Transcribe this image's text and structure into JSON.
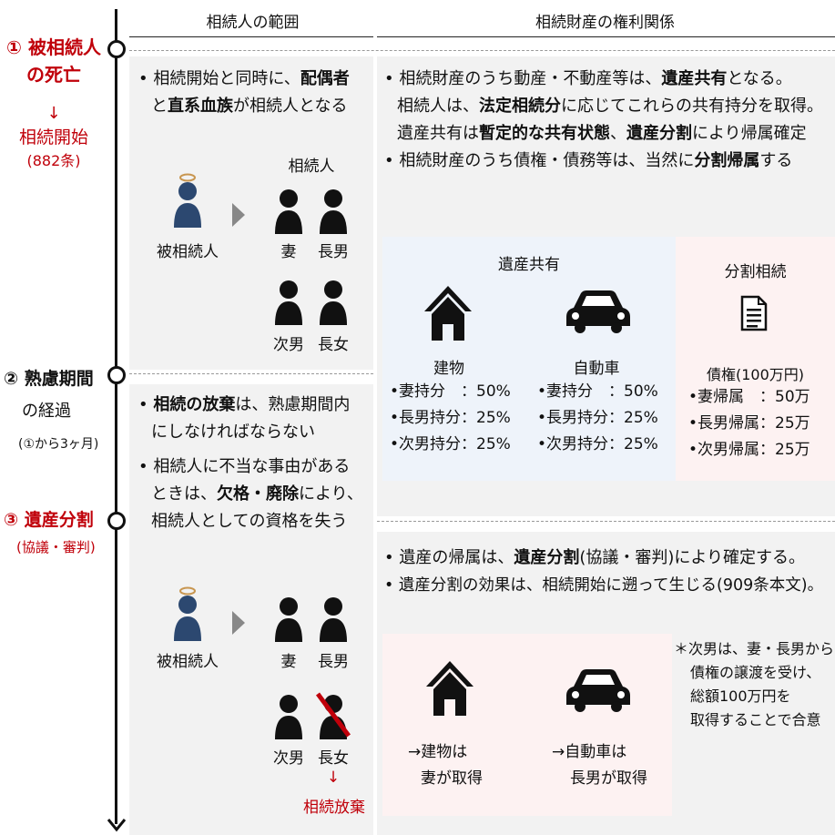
{
  "headers": {
    "scope": "相続人の範囲",
    "rights": "相続財産の権利関係"
  },
  "timeline": {
    "step1": {
      "num": "①",
      "line1": "被相続人",
      "line2": "の死亡",
      "arrow": "↓",
      "line3": "相続開始",
      "line4": "(882条)"
    },
    "step2": {
      "num": "②",
      "line1": "熟慮期間",
      "line2": "の経過",
      "line3": "(①から3ヶ月)"
    },
    "step3": {
      "num": "③",
      "line1": "遺産分割",
      "line2": "(協議・審判)"
    }
  },
  "scope_top": {
    "b1_pre": "相続開始と同時に、",
    "b1_bold1": "配偶者",
    "b1_mid": "と",
    "b1_bold2": "直系血族",
    "b1_post": "が相続人となる",
    "heirs_label": "相続人",
    "deceased": "被相続人",
    "wife": "妻",
    "eldest_son": "長男",
    "second_son": "次男",
    "eldest_daughter": "長女"
  },
  "scope_bottom": {
    "b1_bold": "相続の放棄",
    "b1_post": "は、熟慮期間内",
    "b1_line2": "にしなければならない",
    "b2_line1": "相続人に不当な事由がある",
    "b2_pre": "ときは、",
    "b2_bold": "欠格・廃除",
    "b2_post": "により、",
    "b2_line3": "相続人としての資格を失う",
    "deceased": "被相続人",
    "wife": "妻",
    "eldest_son": "長男",
    "second_son": "次男",
    "eldest_daughter": "長女",
    "arrow": "↓",
    "renounce": "相続放棄"
  },
  "rights_top": {
    "l1_pre": "相続財産のうち動産・不動産等は、",
    "l1_bold": "遺産共有",
    "l1_post": "となる。",
    "l2_pre": "相続人は、",
    "l2_bold": "法定相続分",
    "l2_post": "に応じてこれらの共有持分を取得。",
    "l3_pre": "遺産共有は",
    "l3_bold1": "暫定的な共有状態",
    "l3_mid": "、",
    "l3_bold2": "遺産分割",
    "l3_post": "により帰属確定",
    "l4_pre": "相続財産のうち債権・債務等は、当然に",
    "l4_bold": "分割帰属",
    "l4_post": "する"
  },
  "shared": {
    "title": "遺産共有",
    "building": {
      "name": "建物",
      "rows": [
        "•妻持分　：50%",
        "•長男持分：25%",
        "•次男持分：25%"
      ]
    },
    "car": {
      "name": "自動車",
      "rows": [
        "•妻持分　：50%",
        "•長男持分：25%",
        "•次男持分：25%"
      ]
    }
  },
  "divided": {
    "title": "分割相続",
    "claim": "債権(100万円)",
    "rows": [
      "•妻帰属　：50万",
      "•長男帰属：25万",
      "•次男帰属：25万"
    ]
  },
  "rights_bottom": {
    "l1_pre": "遺産の帰属は、",
    "l1_bold": "遺産分割",
    "l1_post": "(協議・審判)により確定する。",
    "l2": "遺産分割の効果は、相続開始に遡って生じる(909条本文)。",
    "building_1": "→建物は",
    "building_2": "妻が取得",
    "car_1": "→自動車は",
    "car_2": "長男が取得",
    "note": [
      "＊次男は、妻・長男から",
      "債権の譲渡を受け、",
      "総額100万円を",
      "取得することで合意"
    ]
  }
}
